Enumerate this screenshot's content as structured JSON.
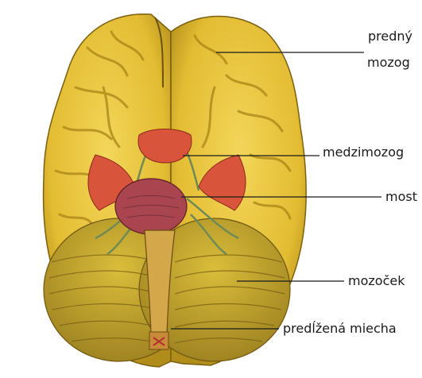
{
  "labels": {
    "forebrain_line1": "predný",
    "forebrain_line2": "mozog",
    "diencephalon": "medzimozog",
    "pons": "most",
    "cerebellum": "mozoček",
    "medulla": "predĺžená miecha"
  },
  "colors": {
    "cortex": "#e8c53a",
    "cortex_shade": "#b89318",
    "cerebellum": "#c8ad2c",
    "vessels": "#d8543a",
    "pons": "#a8454e",
    "nerves": "#6f8a55",
    "leader_lines": "#1a1a1a"
  }
}
